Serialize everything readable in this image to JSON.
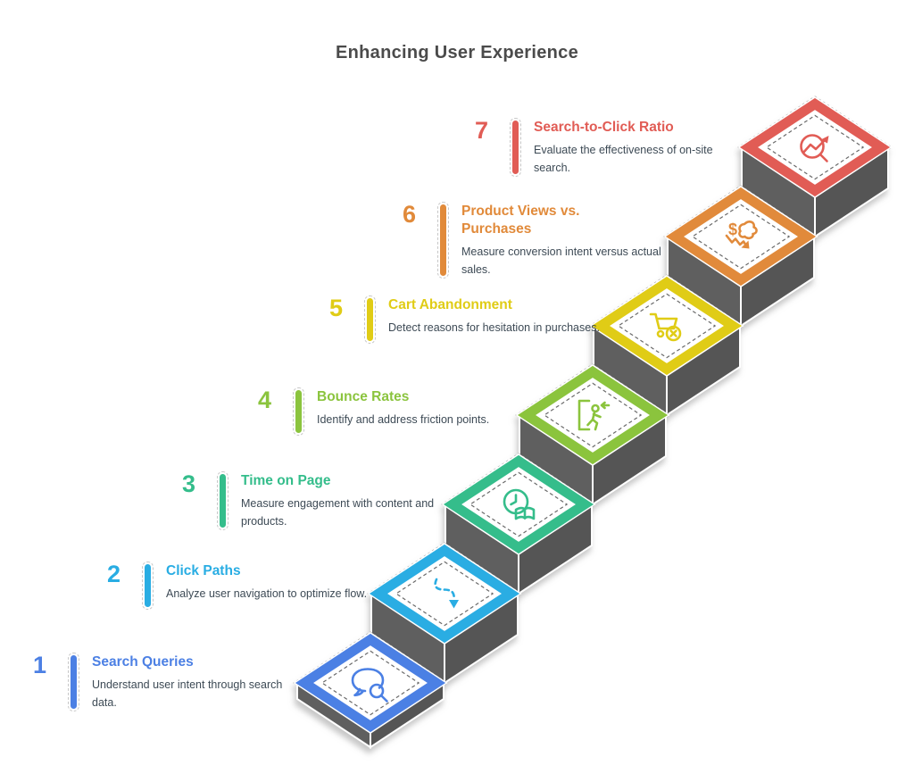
{
  "page_title": "Enhancing User Experience",
  "steps": [
    {
      "number": "1",
      "label": "Search Queries",
      "description": "Understand user intent through search data.",
      "color": "#4c80e4",
      "icon": "search-chat-icon"
    },
    {
      "number": "2",
      "label": "Click Paths",
      "description": "Analyze user navigation to optimize flow.",
      "color": "#29ade3",
      "icon": "click-path-icon"
    },
    {
      "number": "3",
      "label": "Time on Page",
      "description": "Measure engagement with content and products.",
      "color": "#34bd8b",
      "icon": "time-book-icon"
    },
    {
      "number": "4",
      "label": "Bounce Rates",
      "description": "Identify and address friction points.",
      "color": "#8bc43e",
      "icon": "exit-door-icon"
    },
    {
      "number": "5",
      "label": "Cart Abandonment",
      "description": "Detect reasons for hesitation in purchases.",
      "color": "#e0cc16",
      "icon": "cart-x-icon"
    },
    {
      "number": "6",
      "label": "Product Views vs. Purchases",
      "description": "Measure conversion intent versus actual sales.",
      "color": "#e18a3a",
      "icon": "dollar-drop-icon"
    },
    {
      "number": "7",
      "label": "Search-to-Click Ratio",
      "description": "Evaluate the effectiveness of on-site search.",
      "color": "#e15c55",
      "icon": "search-trend-icon"
    }
  ],
  "colors": {
    "stair_front": "#5e5e5e",
    "stair_side": "#545454",
    "diamond_fill": "#ffffff",
    "inner_outline": "#6a6a6a",
    "title_text": "#4b4b4b",
    "description_text": "#3d4a55",
    "background": "#ffffff"
  }
}
